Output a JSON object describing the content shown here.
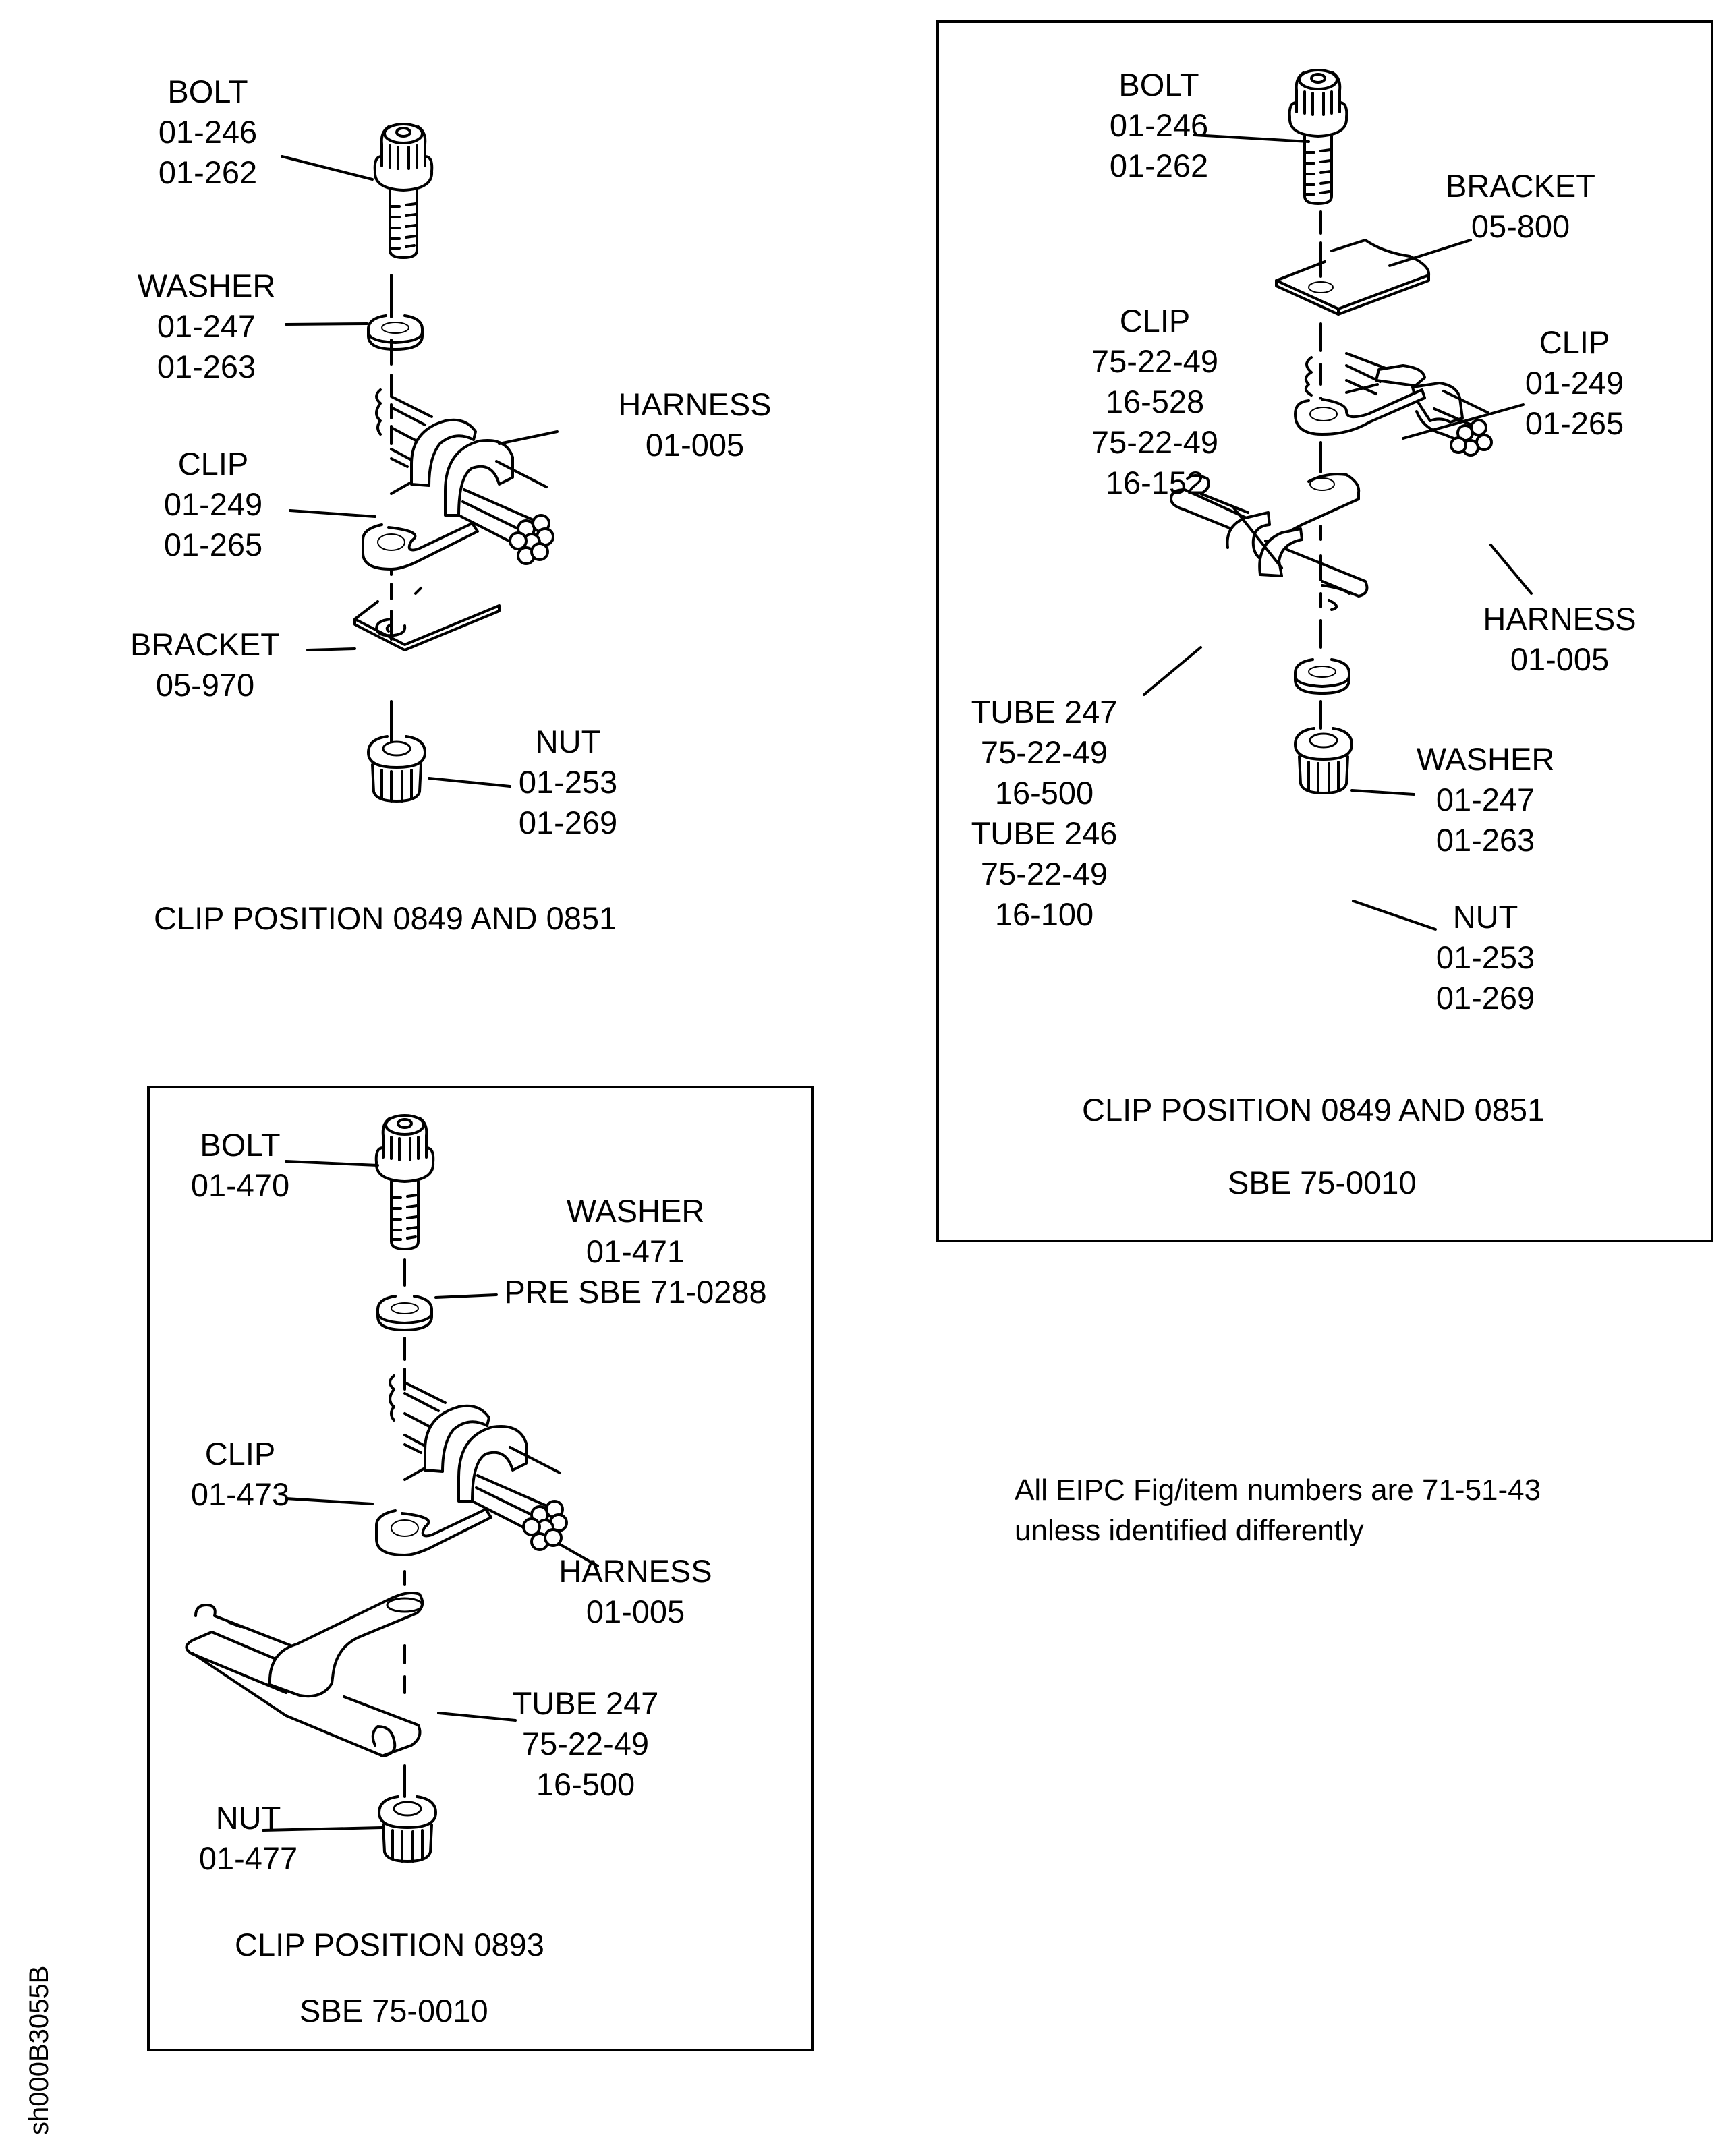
{
  "figure_id": "sh000B3055B",
  "note": {
    "line1": "All EIPC Fig/item numbers are 71-51-43",
    "line2": "unless identified differently"
  },
  "panels": [
    {
      "caption": "CLIP POSITION 0849 AND 0851",
      "subcaption": "",
      "boxed": false,
      "callouts": [
        {
          "part": "BOLT",
          "refs": [
            "01-246",
            "01-262"
          ]
        },
        {
          "part": "WASHER",
          "refs": [
            "01-247",
            "01-263"
          ]
        },
        {
          "part": "HARNESS",
          "refs": [
            "01-005"
          ]
        },
        {
          "part": "CLIP",
          "refs": [
            "01-249",
            "01-265"
          ]
        },
        {
          "part": "BRACKET",
          "refs": [
            "05-970"
          ]
        },
        {
          "part": "NUT",
          "refs": [
            "01-253",
            "01-269"
          ]
        }
      ]
    },
    {
      "caption": "CLIP POSITION 0849 AND 0851",
      "subcaption": "SBE 75-0010",
      "boxed": true,
      "callouts": [
        {
          "part": "BOLT",
          "refs": [
            "01-246",
            "01-262"
          ]
        },
        {
          "part": "BRACKET",
          "refs": [
            "05-800"
          ]
        },
        {
          "part": "CLIP",
          "refs": [
            "75-22-49",
            "16-528",
            "75-22-49",
            "16-152"
          ]
        },
        {
          "part": "CLIP",
          "refs": [
            "01-249",
            "01-265"
          ]
        },
        {
          "part": "HARNESS",
          "refs": [
            "01-005"
          ]
        },
        {
          "part": "TUBE 247",
          "refs": [
            "75-22-49",
            "16-500"
          ]
        },
        {
          "part": "TUBE 246",
          "refs": [
            "75-22-49",
            "16-100"
          ]
        },
        {
          "part": "WASHER",
          "refs": [
            "01-247",
            "01-263"
          ]
        },
        {
          "part": "NUT",
          "refs": [
            "01-253",
            "01-269"
          ]
        }
      ]
    },
    {
      "caption": "CLIP POSITION 0893",
      "subcaption": "SBE 75-0010",
      "boxed": true,
      "callouts": [
        {
          "part": "BOLT",
          "refs": [
            "01-470"
          ]
        },
        {
          "part": "WASHER",
          "refs": [
            "01-471",
            "PRE SBE 71-0288"
          ]
        },
        {
          "part": "CLIP",
          "refs": [
            "01-473"
          ]
        },
        {
          "part": "HARNESS",
          "refs": [
            "01-005"
          ]
        },
        {
          "part": "TUBE 247",
          "refs": [
            "75-22-49",
            "16-500"
          ]
        },
        {
          "part": "NUT",
          "refs": [
            "01-477"
          ]
        }
      ]
    }
  ]
}
